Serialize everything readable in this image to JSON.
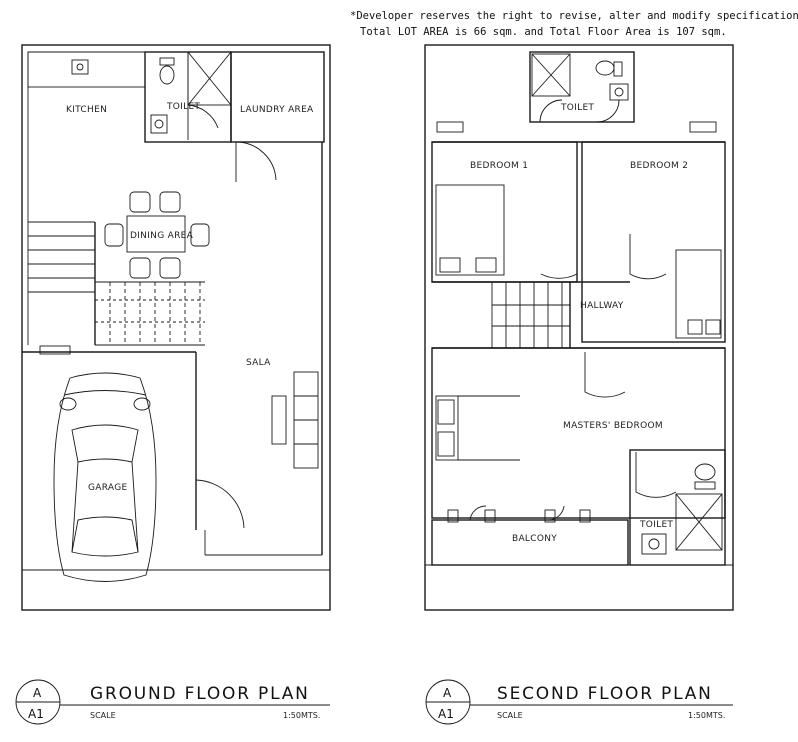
{
  "notes": {
    "line1": "*Developer reserves the right to revise, alter and modify specifications",
    "line2": "Total LOT AREA is 66 sqm. and Total Floor Area is 107 sqm."
  },
  "ground_floor": {
    "rooms": {
      "kitchen": "KITCHEN",
      "toilet": "TOILET",
      "laundry": "LAUNDRY AREA",
      "dining": "DINING AREA",
      "sala": "SALA",
      "garage": "GARAGE"
    },
    "title": "GROUND FLOOR PLAN",
    "bubble_top": "A",
    "bubble_bottom": "A1",
    "scale_label": "SCALE",
    "scale_value": "1:50MTS."
  },
  "second_floor": {
    "rooms": {
      "toilet_top": "TOILET",
      "bedroom1": "BEDROOM 1",
      "bedroom2": "BEDROOM 2",
      "hallway": "HALLWAY",
      "master": "MASTERS' BEDROOM",
      "toilet_master": "TOILET",
      "balcony": "BALCONY"
    },
    "title": "SECOND FLOOR PLAN",
    "bubble_top": "A",
    "bubble_bottom": "A1",
    "scale_label": "SCALE",
    "scale_value": "1:50MTS."
  }
}
